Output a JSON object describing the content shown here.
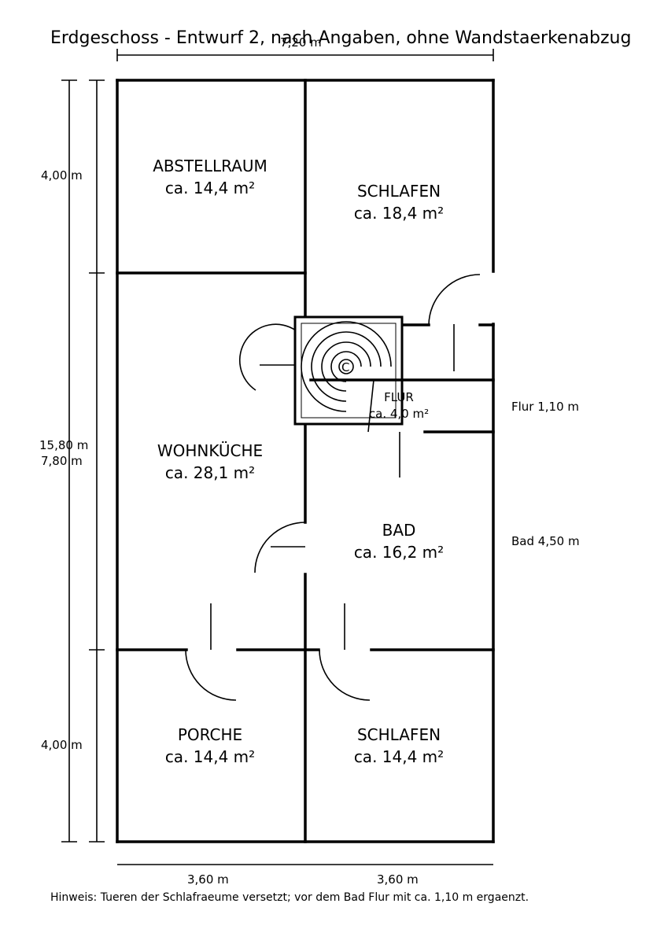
{
  "title": "Erdgeschoss - Entwurf 2, nach Angaben, ohne Wandstaerkenabzug",
  "dimensions": {
    "top_width": "7,20 m",
    "left_top": "4,00 m",
    "left_middle_total": "15,80 m",
    "left_middle": "7,80 m",
    "left_bottom": "4,00 m",
    "bottom_left": "3,60 m",
    "bottom_right": "3,60 m"
  },
  "rooms": {
    "abstellraum": {
      "name": "ABSTELLRAUM",
      "area": "ca. 14,4 m²"
    },
    "schlafen_top": {
      "name": "SCHLAFEN",
      "area": "ca. 18,4 m²"
    },
    "wohnkueche": {
      "name": "WOHNKÜCHE",
      "area": "ca. 28,1 m²"
    },
    "flur": {
      "name": "FLUR",
      "area": "ca. 4,0 m²"
    },
    "bad": {
      "name": "BAD",
      "area": "ca. 16,2 m²"
    },
    "porche": {
      "name": "PORCHE",
      "area": "ca. 14,4 m²"
    },
    "schlafen_bottom": {
      "name": "SCHLAFEN",
      "area": "ca. 14,4 m²"
    }
  },
  "stair_label": "C",
  "side_labels": {
    "flur": "Flur 1,10 m",
    "bad": "Bad 4,50 m"
  },
  "footnote": "Hinweis: Tueren der Schlafraeume versetzt; vor dem Bad Flur mit ca. 1,10 m ergaenzt."
}
